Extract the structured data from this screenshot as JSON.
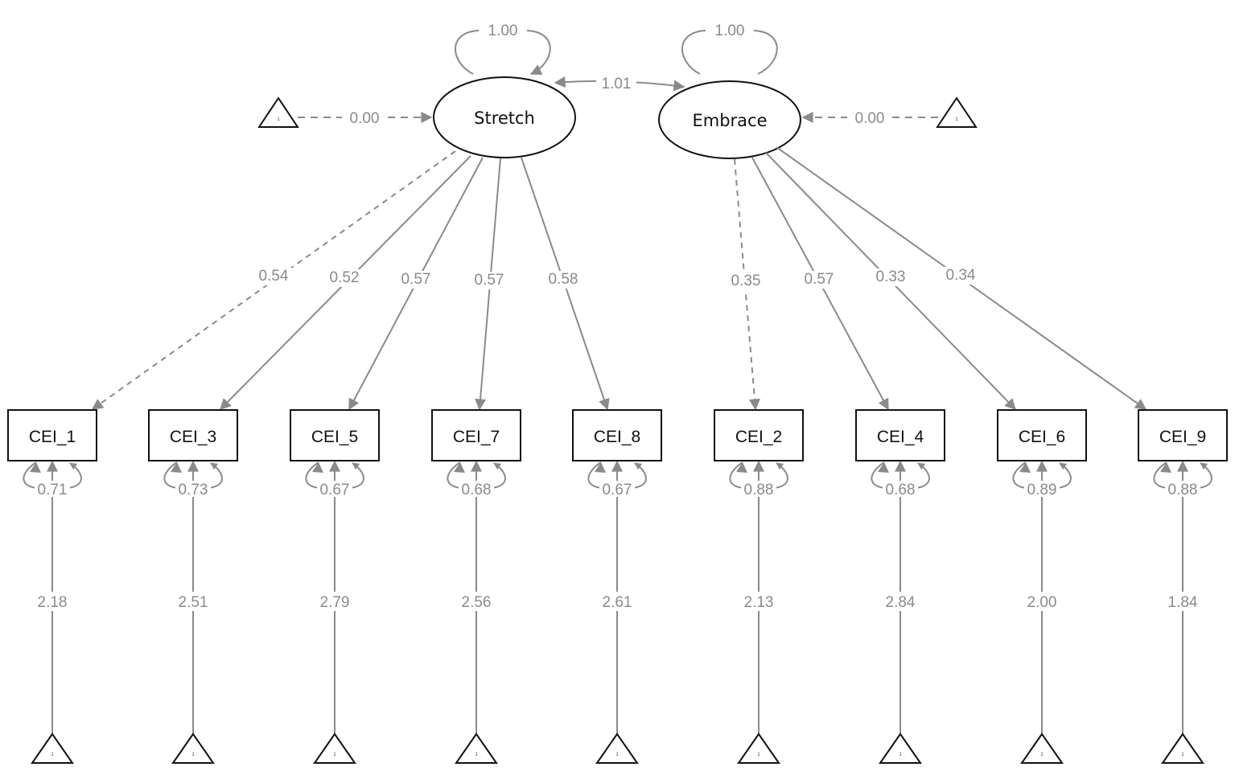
{
  "latents": [
    {
      "id": "stretch",
      "label": "Stretch",
      "variance": "1.00",
      "intercept": "0.00"
    },
    {
      "id": "embrace",
      "label": "Embrace",
      "variance": "1.00",
      "intercept": "0.00"
    }
  ],
  "covariance": {
    "from": "stretch",
    "to": "embrace",
    "value": "1.01"
  },
  "constant_label": "1",
  "observed": [
    {
      "label": "CEI_1",
      "factor": "stretch",
      "loading": "0.54",
      "residual": "0.71",
      "intercept": "2.18",
      "fixed": true
    },
    {
      "label": "CEI_3",
      "factor": "stretch",
      "loading": "0.52",
      "residual": "0.73",
      "intercept": "2.51",
      "fixed": false
    },
    {
      "label": "CEI_5",
      "factor": "stretch",
      "loading": "0.57",
      "residual": "0.67",
      "intercept": "2.79",
      "fixed": false
    },
    {
      "label": "CEI_7",
      "factor": "stretch",
      "loading": "0.57",
      "residual": "0.68",
      "intercept": "2.56",
      "fixed": false
    },
    {
      "label": "CEI_8",
      "factor": "stretch",
      "loading": "0.58",
      "residual": "0.67",
      "intercept": "2.61",
      "fixed": false
    },
    {
      "label": "CEI_2",
      "factor": "embrace",
      "loading": "0.35",
      "residual": "0.88",
      "intercept": "2.13",
      "fixed": true
    },
    {
      "label": "CEI_4",
      "factor": "embrace",
      "loading": "0.57",
      "residual": "0.68",
      "intercept": "2.84",
      "fixed": false
    },
    {
      "label": "CEI_6",
      "factor": "embrace",
      "loading": "0.33",
      "residual": "0.89",
      "intercept": "2.00",
      "fixed": false
    },
    {
      "label": "CEI_9",
      "factor": "embrace",
      "loading": "0.34",
      "residual": "0.88",
      "intercept": "1.84",
      "fixed": false
    }
  ],
  "colors": {
    "path": "#8a8a8a",
    "node_stroke": "#111111",
    "background": "#ffffff"
  }
}
